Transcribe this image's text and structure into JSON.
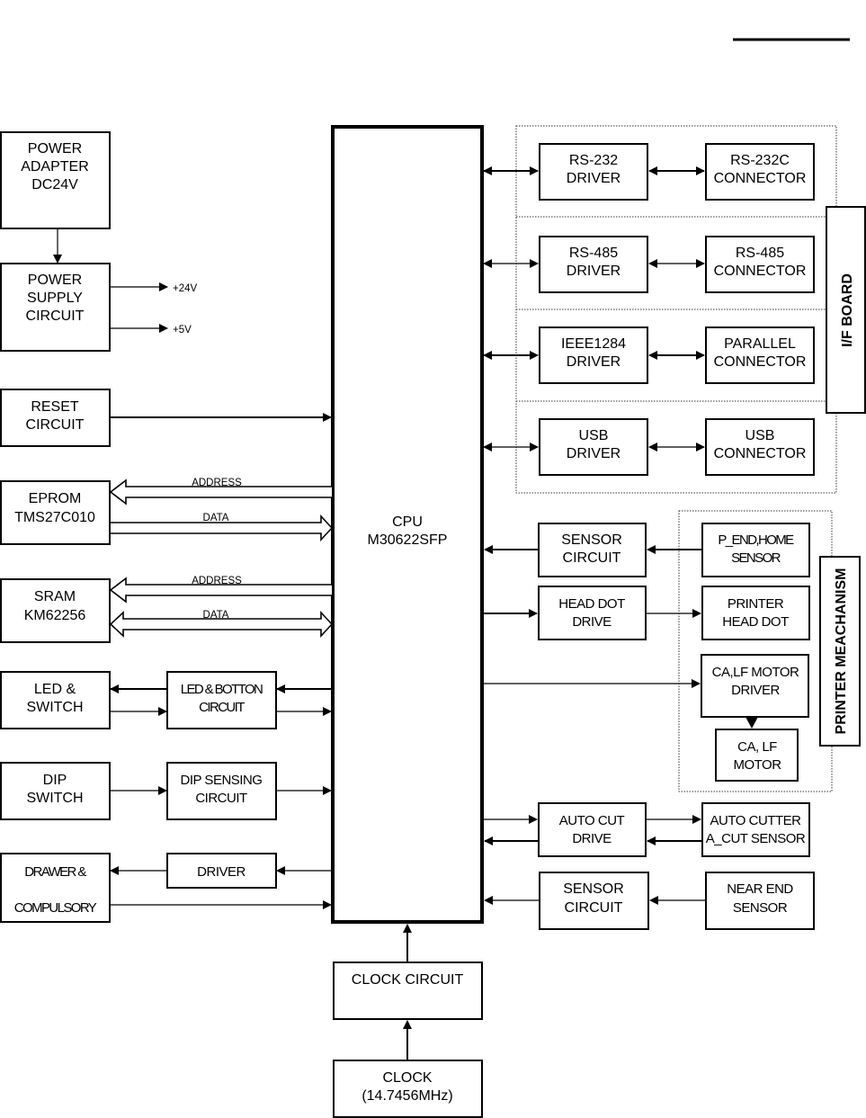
{
  "diagram": {
    "type": "block-diagram",
    "header_rule": true,
    "cpu": {
      "line1": "CPU",
      "line2": "M30622SFP"
    },
    "left_blocks": {
      "power_adapter": [
        "POWER",
        "ADAPTER",
        "DC24V"
      ],
      "power_supply": [
        "POWER",
        "SUPPLY",
        "CIRCUIT"
      ],
      "power_outputs": [
        "+24V",
        "+5V"
      ],
      "reset": [
        "RESET",
        "CIRCUIT"
      ],
      "eprom": [
        "EPROM",
        "TMS27C010"
      ],
      "sram": [
        "SRAM",
        "KM62256"
      ],
      "led_switch": [
        "LED &",
        "SWITCH"
      ],
      "led_button_circuit": [
        "LED & BOTTON",
        "CIRCUIT"
      ],
      "dip_switch": [
        "DIP",
        "SWITCH"
      ],
      "dip_sensing": [
        "DIP SENSING",
        "CIRCUIT"
      ],
      "drawer": [
        "DRAWER &",
        "COMPULSORY"
      ],
      "drawer_driver": [
        "DRIVER"
      ]
    },
    "bus_labels": {
      "eprom_address": "ADDRESS",
      "eprom_data": "DATA",
      "sram_address": "ADDRESS",
      "sram_data": "DATA"
    },
    "if_board": {
      "label": "I/F BOARD",
      "rows": [
        {
          "driver": [
            "RS-232",
            "DRIVER"
          ],
          "connector": [
            "RS-232C",
            "CONNECTOR"
          ]
        },
        {
          "driver": [
            "RS-485",
            "DRIVER"
          ],
          "connector": [
            "RS-485",
            "CONNECTOR"
          ]
        },
        {
          "driver": [
            "IEEE1284",
            "DRIVER"
          ],
          "connector": [
            "PARALLEL",
            "CONNECTOR"
          ]
        },
        {
          "driver": [
            "USB",
            "DRIVER"
          ],
          "connector": [
            "USB",
            "CONNECTOR"
          ]
        }
      ]
    },
    "printer_mechanism": {
      "label": "PRINTER MEACHANISM",
      "sensor_circuit": [
        "SENSOR",
        "CIRCUIT"
      ],
      "p_end_home": [
        "P_END,HOME",
        "SENSOR"
      ],
      "head_dot_drive": [
        "HEAD DOT",
        "DRIVE"
      ],
      "printer_head_dot": [
        "PRINTER",
        "HEAD DOT"
      ],
      "motor_driver": [
        "CA,LF MOTOR",
        "DRIVER"
      ],
      "motor": [
        "CA, LF",
        "MOTOR"
      ]
    },
    "cutter": {
      "auto_cut_drive": [
        "AUTO CUT",
        "DRIVE"
      ],
      "auto_cutter": [
        "AUTO CUTTER",
        "A_CUT SENSOR"
      ]
    },
    "near_end": {
      "sensor_circuit": [
        "SENSOR",
        "CIRCUIT"
      ],
      "near_end_sensor": [
        "NEAR END",
        "SENSOR"
      ]
    },
    "clock": {
      "circuit": [
        "CLOCK CIRCUIT"
      ],
      "source": [
        "CLOCK",
        "(14.7456MHz)"
      ]
    }
  }
}
